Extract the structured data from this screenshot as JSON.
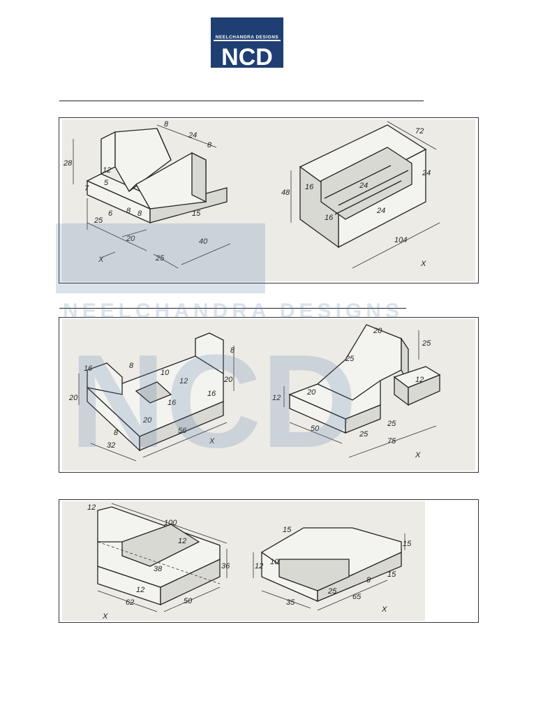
{
  "logo": {
    "top_text": "NEELCHANDRA DESIGNS",
    "mark_text": "NCD",
    "bg_color": "#1f3f73",
    "fg_color": "#ffffff"
  },
  "watermark": {
    "text": "NEELCHANDRA DESIGNS",
    "mark_text": "NCD",
    "color": "#5a7fa8"
  },
  "figures": {
    "f1": {
      "dims": [
        "8",
        "24",
        "8",
        "28",
        "12",
        "5",
        "7",
        "6",
        "8",
        "8",
        "15",
        "25",
        "20",
        "25",
        "40"
      ],
      "axis": "X"
    },
    "f2": {
      "dims": [
        "72",
        "48",
        "16",
        "24",
        "24",
        "16",
        "24",
        "104"
      ],
      "axis": "X"
    },
    "f3": {
      "dims": [
        "16",
        "8",
        "10",
        "12",
        "8",
        "20",
        "20",
        "16",
        "16",
        "20",
        "8",
        "32",
        "56"
      ],
      "axis": "X"
    },
    "f4": {
      "dims": [
        "20",
        "25",
        "25",
        "12",
        "20",
        "12",
        "50",
        "25",
        "25",
        "75"
      ],
      "axis": "X"
    },
    "f5": {
      "dims": [
        "12",
        "100",
        "12",
        "38",
        "36",
        "12",
        "62",
        "50"
      ],
      "axis": "X"
    },
    "f6": {
      "dims": [
        "15",
        "15",
        "12",
        "10",
        "25",
        "8",
        "15",
        "35",
        "65"
      ],
      "axis": "X"
    }
  }
}
